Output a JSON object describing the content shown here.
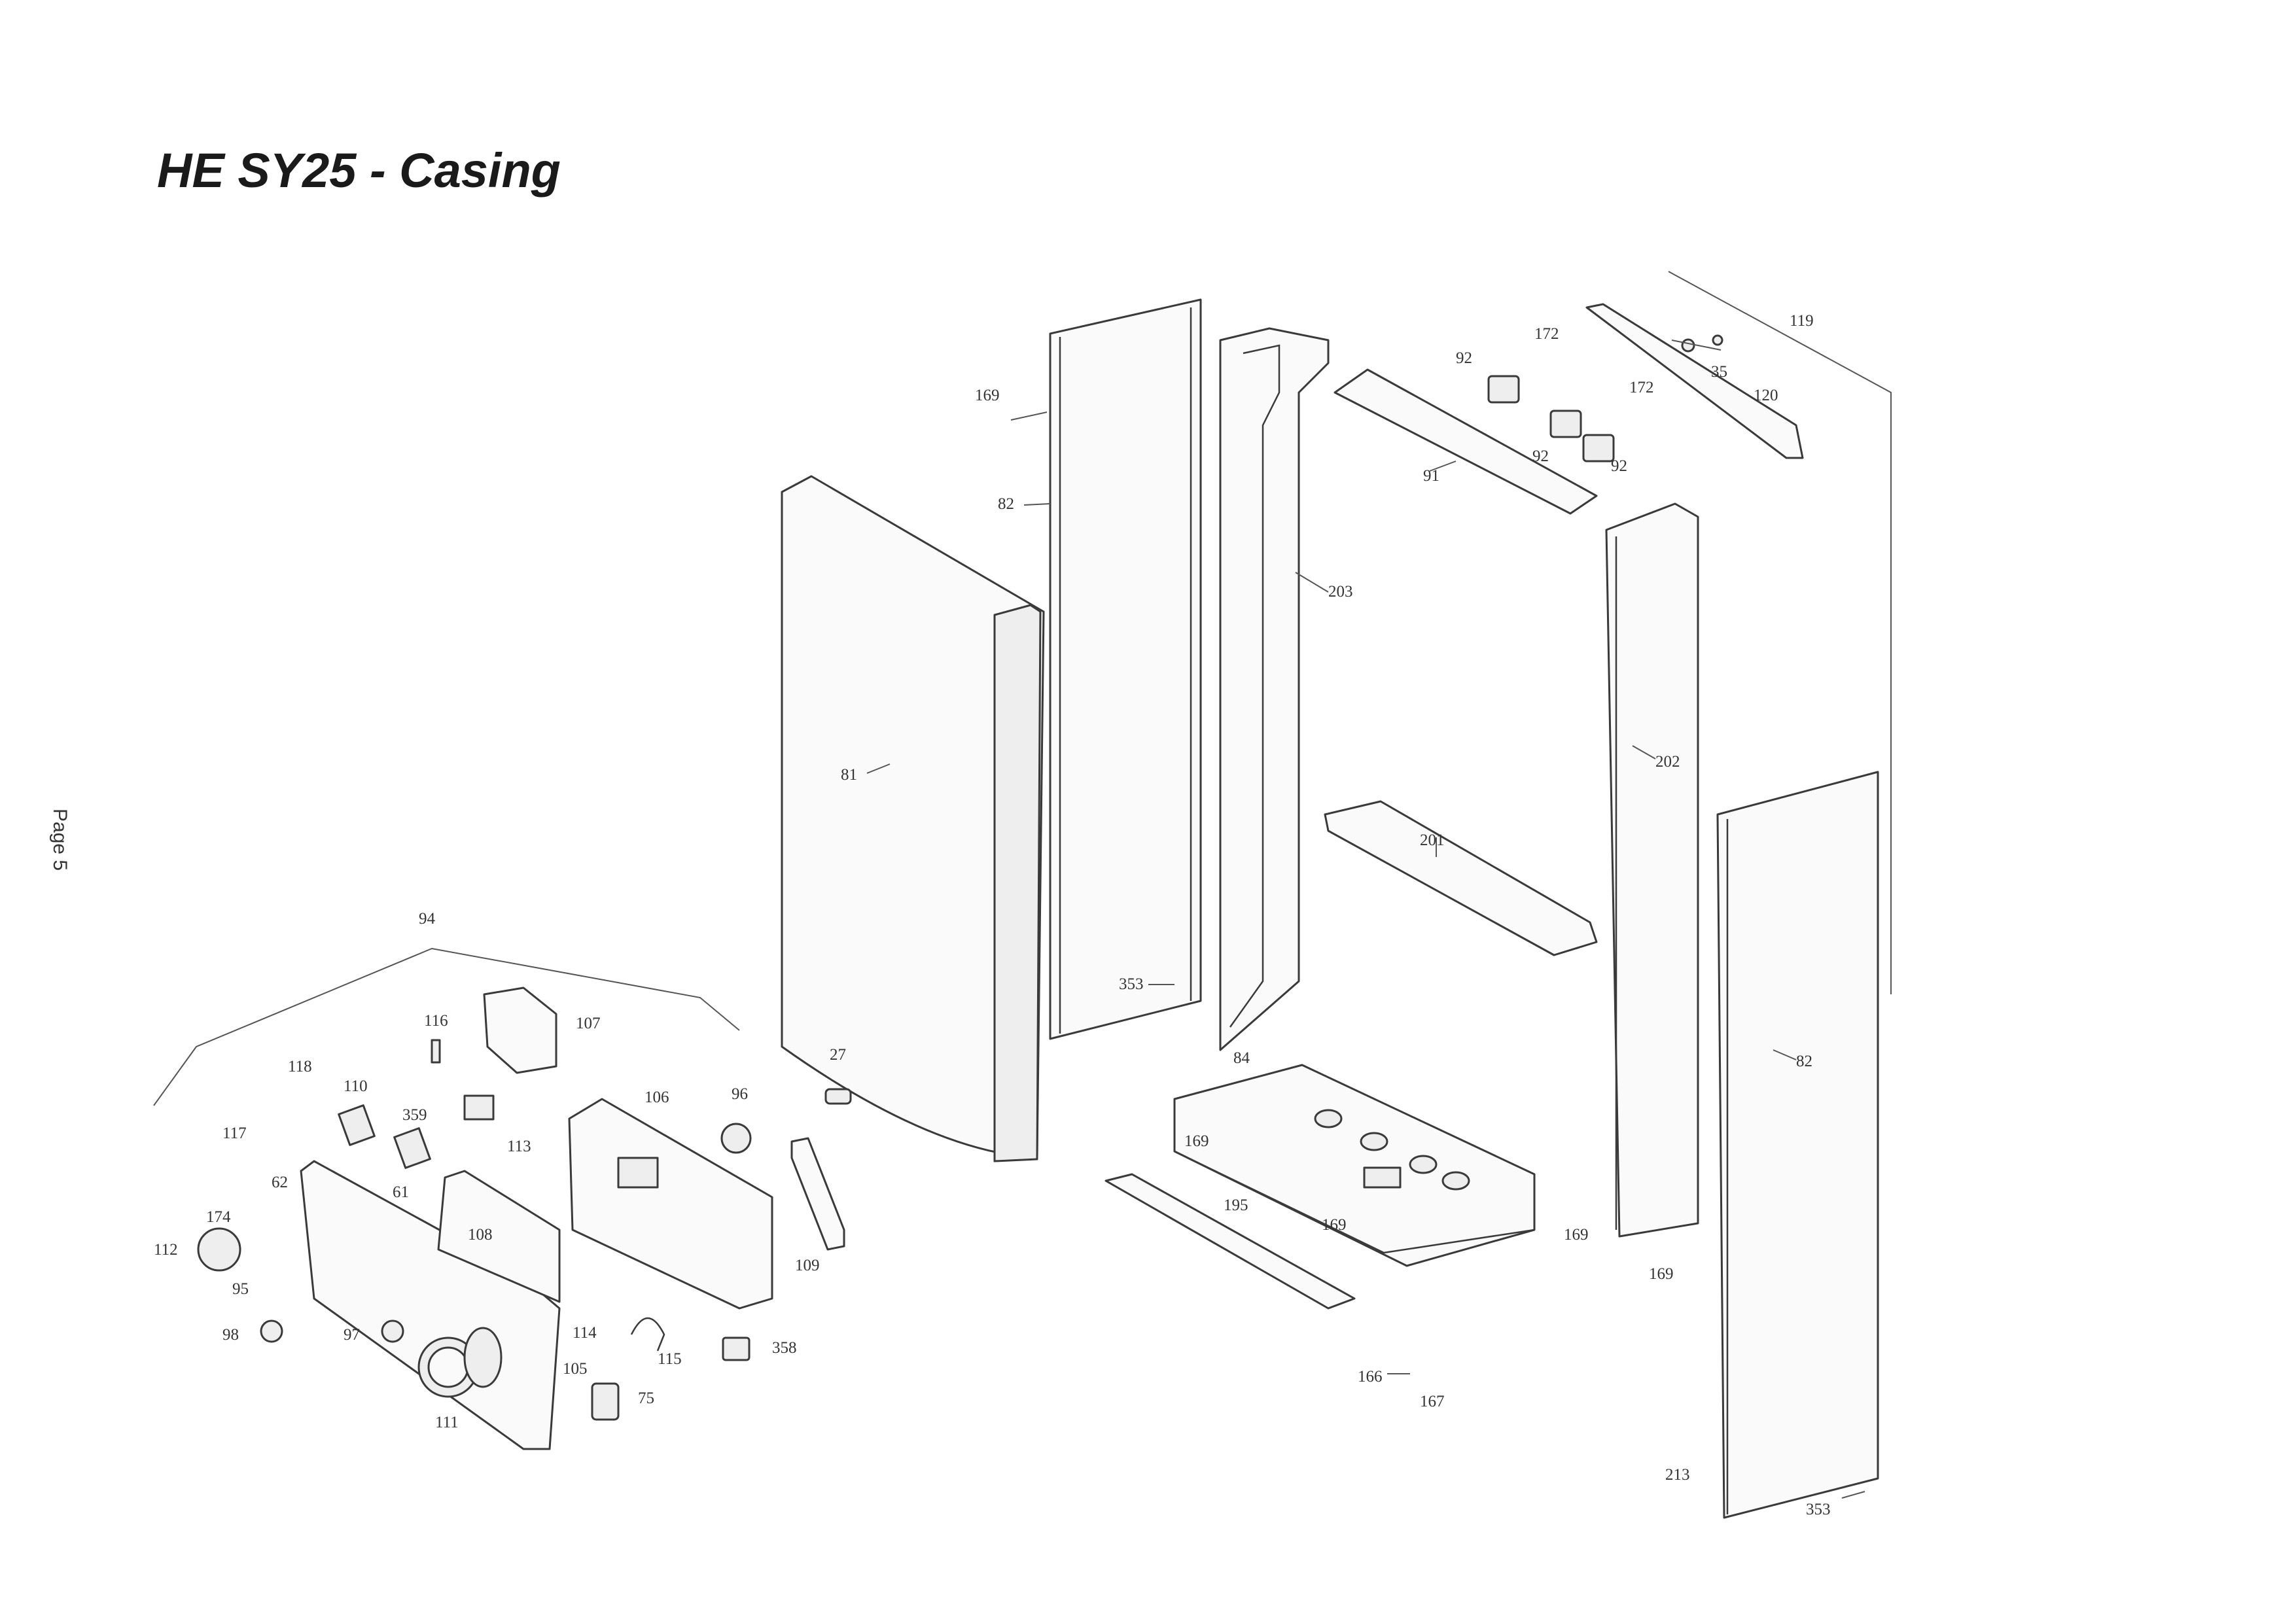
{
  "title": "HE SY25 - Casing",
  "page_label": "Page 5",
  "callouts": [
    {
      "id": "c-119",
      "text": "119"
    },
    {
      "id": "c-172a",
      "text": "172"
    },
    {
      "id": "c-92a",
      "text": "92"
    },
    {
      "id": "c-35",
      "text": "35"
    },
    {
      "id": "c-172b",
      "text": "172"
    },
    {
      "id": "c-120",
      "text": "120"
    },
    {
      "id": "c-92b",
      "text": "92"
    },
    {
      "id": "c-92c",
      "text": "92"
    },
    {
      "id": "c-91",
      "text": "91"
    },
    {
      "id": "c-169a",
      "text": "169"
    },
    {
      "id": "c-82a",
      "text": "82"
    },
    {
      "id": "c-203",
      "text": "203"
    },
    {
      "id": "c-81",
      "text": "81"
    },
    {
      "id": "c-202",
      "text": "202"
    },
    {
      "id": "c-201",
      "text": "201"
    },
    {
      "id": "c-82b",
      "text": "82"
    },
    {
      "id": "c-353a",
      "text": "353"
    },
    {
      "id": "c-27",
      "text": "27"
    },
    {
      "id": "c-84",
      "text": "84"
    },
    {
      "id": "c-169b",
      "text": "169"
    },
    {
      "id": "c-195",
      "text": "195"
    },
    {
      "id": "c-169c",
      "text": "169"
    },
    {
      "id": "c-169d",
      "text": "169"
    },
    {
      "id": "c-169e",
      "text": "169"
    },
    {
      "id": "c-166",
      "text": "166"
    },
    {
      "id": "c-167",
      "text": "167"
    },
    {
      "id": "c-213",
      "text": "213"
    },
    {
      "id": "c-353b",
      "text": "353"
    },
    {
      "id": "c-94",
      "text": "94"
    },
    {
      "id": "c-116",
      "text": "116"
    },
    {
      "id": "c-107",
      "text": "107"
    },
    {
      "id": "c-118",
      "text": "118"
    },
    {
      "id": "c-110",
      "text": "110"
    },
    {
      "id": "c-359",
      "text": "359"
    },
    {
      "id": "c-117",
      "text": "117"
    },
    {
      "id": "c-113",
      "text": "113"
    },
    {
      "id": "c-106",
      "text": "106"
    },
    {
      "id": "c-96",
      "text": "96"
    },
    {
      "id": "c-62",
      "text": "62"
    },
    {
      "id": "c-61",
      "text": "61"
    },
    {
      "id": "c-174",
      "text": "174"
    },
    {
      "id": "c-108",
      "text": "108"
    },
    {
      "id": "c-112",
      "text": "112"
    },
    {
      "id": "c-95",
      "text": "95"
    },
    {
      "id": "c-109",
      "text": "109"
    },
    {
      "id": "c-98",
      "text": "98"
    },
    {
      "id": "c-97",
      "text": "97"
    },
    {
      "id": "c-114",
      "text": "114"
    },
    {
      "id": "c-115",
      "text": "115"
    },
    {
      "id": "c-358",
      "text": "358"
    },
    {
      "id": "c-105",
      "text": "105"
    },
    {
      "id": "c-75",
      "text": "75"
    },
    {
      "id": "c-111",
      "text": "111"
    }
  ]
}
